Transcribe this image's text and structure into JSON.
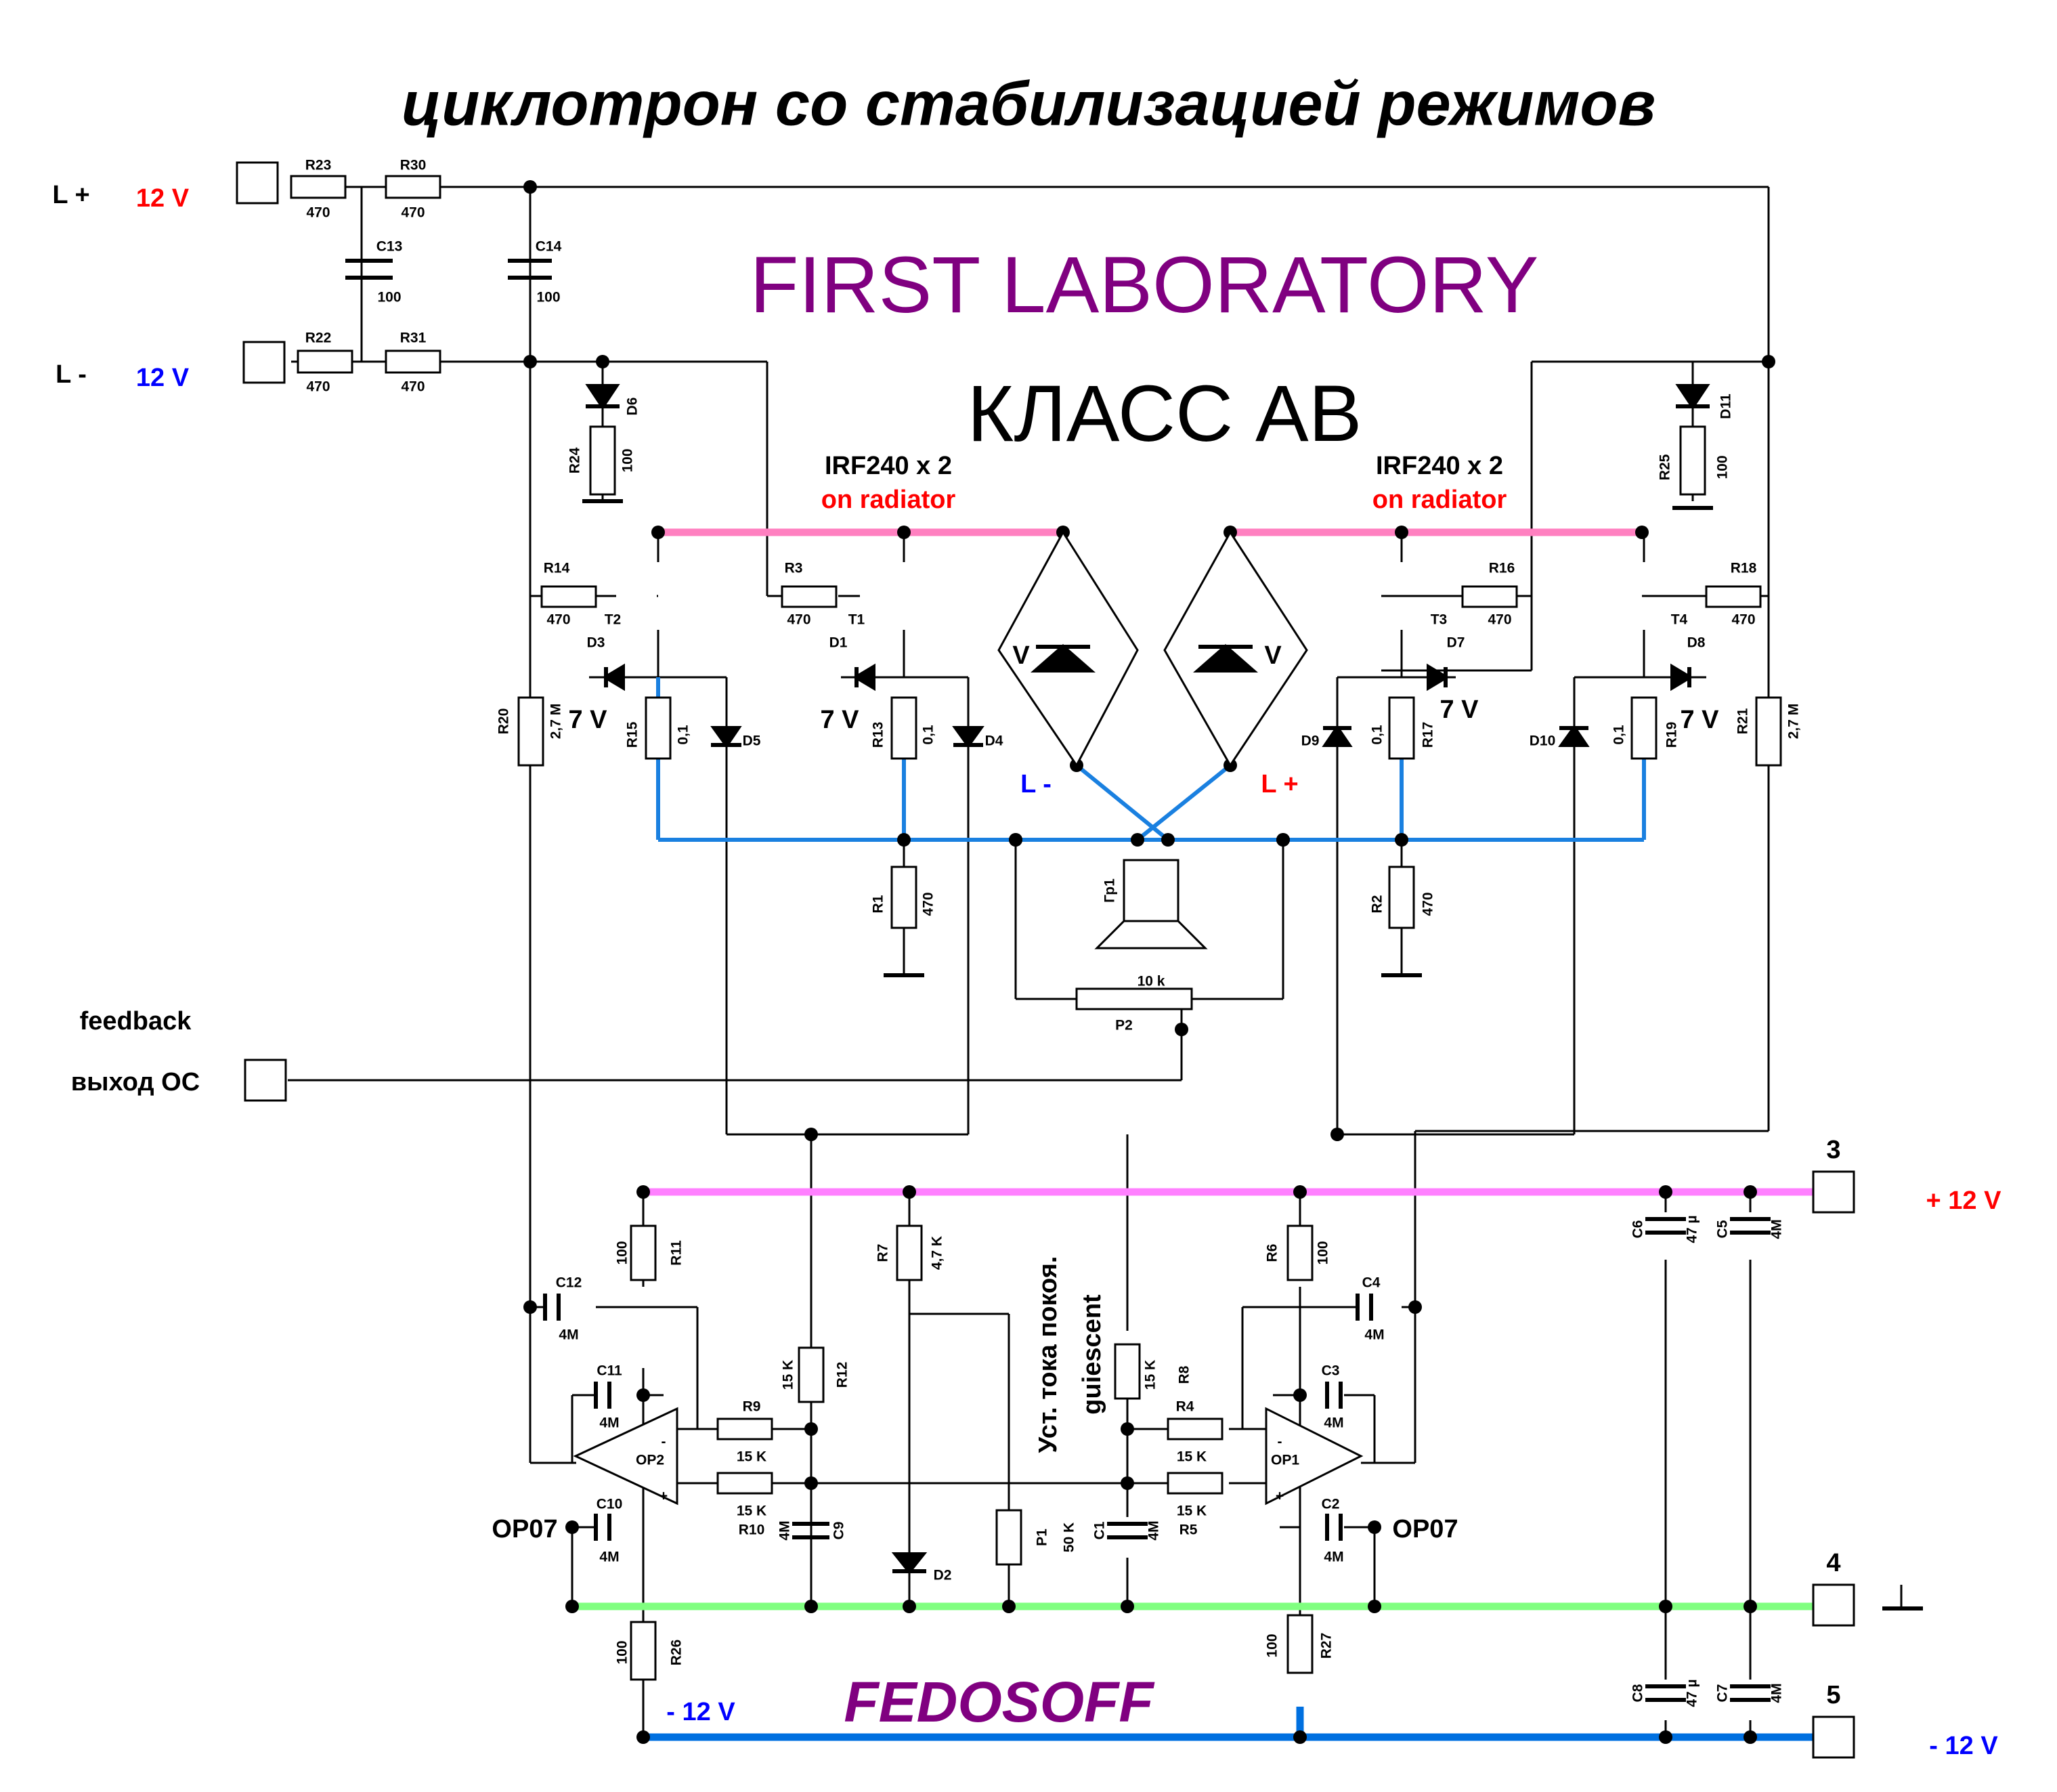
{
  "title": "циклотрон со стабилизацией режимов",
  "brand": "FIRST LABORATORY",
  "class_label": "КЛАСС АВ",
  "author": "FEDOSOFF",
  "transistors_note": "IRF240 x 2",
  "radiator_note": "on radiator",
  "quiescent_ru": "Уст. тока покоя.",
  "quiescent_en": "guiescent",
  "inputs": {
    "l_plus": "L +",
    "l_minus": "L -",
    "v12": "12 V",
    "feedback": "feedback",
    "feedback_ru": "выход ОС",
    "speaker_lminus": "L -",
    "speaker_lplus": "L +"
  },
  "rails": {
    "pos": "+ 12 V",
    "neg": "- 12 V",
    "neg_left": "- 12 V",
    "t3": "3",
    "t4": "4",
    "t5": "5"
  },
  "labels": {
    "R23": "R23",
    "R30": "R30",
    "R22": "R22",
    "R31": "R31",
    "v470": "470",
    "v100": "100",
    "C13": "C13",
    "C14": "C14",
    "D6": "D6",
    "R24": "R24",
    "D11": "D11",
    "R25": "R25",
    "R14": "R14",
    "R3": "R3",
    "R16": "R16",
    "R18": "R18",
    "T1": "T1",
    "T2": "T2",
    "T3": "T3",
    "T4": "T4",
    "D1": "D1",
    "D3": "D3",
    "D7": "D7",
    "D8": "D8",
    "D4": "D4",
    "D5": "D5",
    "D9": "D9",
    "D10": "D10",
    "R13": "R13",
    "R15": "R15",
    "R17": "R17",
    "R19": "R19",
    "v01": "0,1",
    "v7V": "7 V",
    "V": "V",
    "R20": "R20",
    "R21": "R21",
    "v27M": "2,7 M",
    "R1": "R1",
    "R2": "R2",
    "Gr1": "Гр1",
    "P2": "P2",
    "v10k": "10 k",
    "R11": "R11",
    "R7": "R7",
    "v47K": "4,7 K",
    "R6": "R6",
    "C12": "C12",
    "C4": "C4",
    "C11": "C11",
    "C3": "C3",
    "C10": "C10",
    "C2": "C2",
    "v4M": "4M",
    "R9": "R9",
    "R10": "R10",
    "R4": "R4",
    "R5": "R5",
    "v15K": "15 K",
    "R12": "R12",
    "R8": "R8",
    "C9": "C9",
    "C1": "C1",
    "OP1": "OP1",
    "OP2": "OP2",
    "OP07": "OP07",
    "D2": "D2",
    "P1": "P1",
    "v50K": "50 K",
    "R26": "R26",
    "R27": "R27",
    "C6": "C6",
    "C5": "C5",
    "C8": "C8",
    "C7": "C7",
    "v47u": "47 µ",
    "minus": "-",
    "plus": "+"
  },
  "colors": {
    "wire": "#000000",
    "pos_rail": "#ff80ff",
    "drain_bus": "#ff80c0",
    "ground_rail": "#80ff80",
    "neg_rail": "#0070e0",
    "speaker_wire": "#1a80e0",
    "red_text": "#ff0000",
    "blue_text": "#0000ff",
    "purple_text": "#800080"
  }
}
